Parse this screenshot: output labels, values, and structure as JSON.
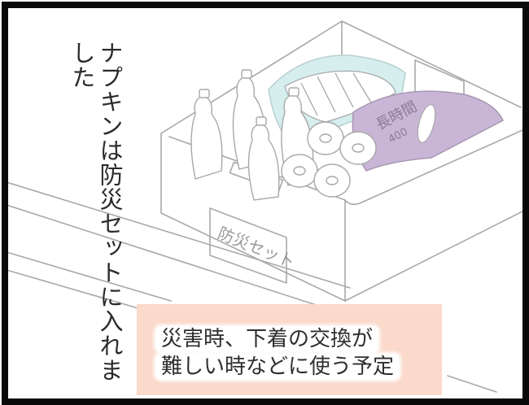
{
  "panel": {
    "vertical_text": "ナプキンは防災セットに入れました",
    "vertical_lines": [
      "ナプキンは",
      "防災セットに",
      "入れました"
    ],
    "box_label": "防災セット",
    "pad_package_label": "長時間",
    "pad_package_number": "400"
  },
  "caption": {
    "line1": "災害時、下着の交換が",
    "line2": "難しい時などに使う予定"
  },
  "colors": {
    "frame": "#0a0a0a",
    "caption_bg": "#fbd9cb",
    "line_art": "#a8a8a8",
    "bag_tint": "#d6eeee",
    "package_tint": "#c9b6d6"
  }
}
